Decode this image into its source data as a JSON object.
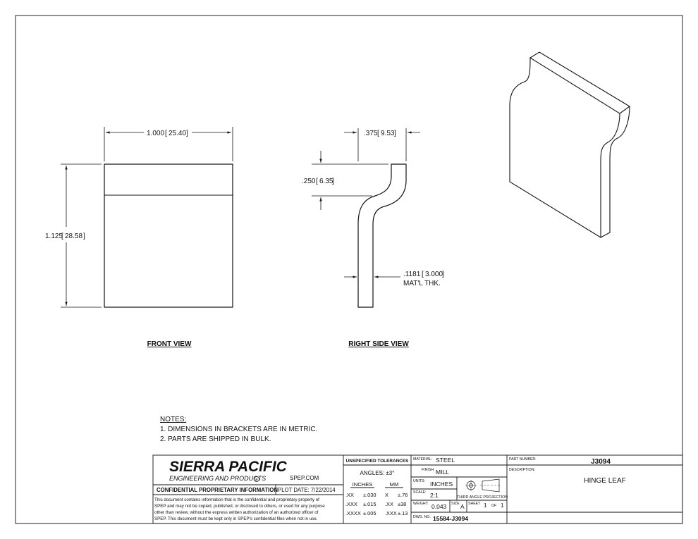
{
  "views": {
    "front": {
      "label": "FRONT VIEW",
      "width_dim": "1.000",
      "width_dim_mm": "25.40",
      "height_dim": "1.125",
      "height_dim_mm": "28.58"
    },
    "side": {
      "label": "RIGHT SIDE VIEW",
      "depth_dim": ".375",
      "depth_dim_mm": "9.53",
      "offset_dim": ".250",
      "offset_dim_mm": "6.35",
      "thk_dim": ".1181",
      "thk_dim_mm": "3.000",
      "thk_note": "MAT'L THK."
    }
  },
  "notes": {
    "heading": "NOTES:",
    "items": [
      "1.   DIMENSIONS IN BRACKETS ARE IN METRIC.",
      "2.   PARTS ARE SHIPPED IN BULK."
    ]
  },
  "title_block": {
    "company": "SIERRA PACIFIC",
    "company_sub": "ENGINEERING AND PRODUCTS",
    "registered_mark": "R",
    "website": "SPEP.COM",
    "confidential_title": "CONFIDENTIAL PROPRIETARY INFORMATION",
    "plot_date": "PLOT DATE: 7/22/2014",
    "confidential_text": [
      "This document contains information that is the confidential and proprietary property of",
      "SPEP and may not be copied, published, or disclosed to others, or used for any purpose",
      "other than review, without the express written authorization of an authorized officer of",
      "SPEP. This document must be kept only in SPEP's confidential files when not in use."
    ],
    "tolerances": {
      "heading": "UNSPECIFIED TOLERANCES",
      "angles": "ANGLES: ±3°",
      "inches_label": "INCHES",
      "mm_label": "MM",
      "inch_rows": [
        {
          "fmt": ".XX",
          "tol": "±.030"
        },
        {
          "fmt": ".XXX",
          "tol": "±.015"
        },
        {
          "fmt": ".XXXX",
          "tol": "±.005"
        }
      ],
      "mm_rows": [
        {
          "fmt": "X",
          "tol": "±.76"
        },
        {
          "fmt": ".XX",
          "tol": "±38"
        },
        {
          "fmt": ".XXX",
          "tol": "±.13"
        }
      ]
    },
    "material_label": "MATERIAL:",
    "material": "STEEL",
    "finish_label": "FINISH:",
    "finish": "MILL",
    "units_label": "UNITS:",
    "units": "INCHES",
    "scale_label": "SCALE:",
    "scale": "2:1",
    "projection_label": "THIRD ANGLE PROJECTION",
    "weight_label": "WEIGHT:",
    "weight": "0.043",
    "size_label": "SIZE:",
    "size": "A",
    "sheet_label": "SHEET",
    "sheet": "1",
    "of_label": "OF",
    "sheet_total": "1",
    "dwg_label": "DWG. NO.",
    "dwg_no": "15584-J3094",
    "part_number_label": "PART NUMBER:",
    "part_number": "J3094",
    "description_label": "DESCRIPTION:",
    "description": "HINGE LEAF"
  }
}
